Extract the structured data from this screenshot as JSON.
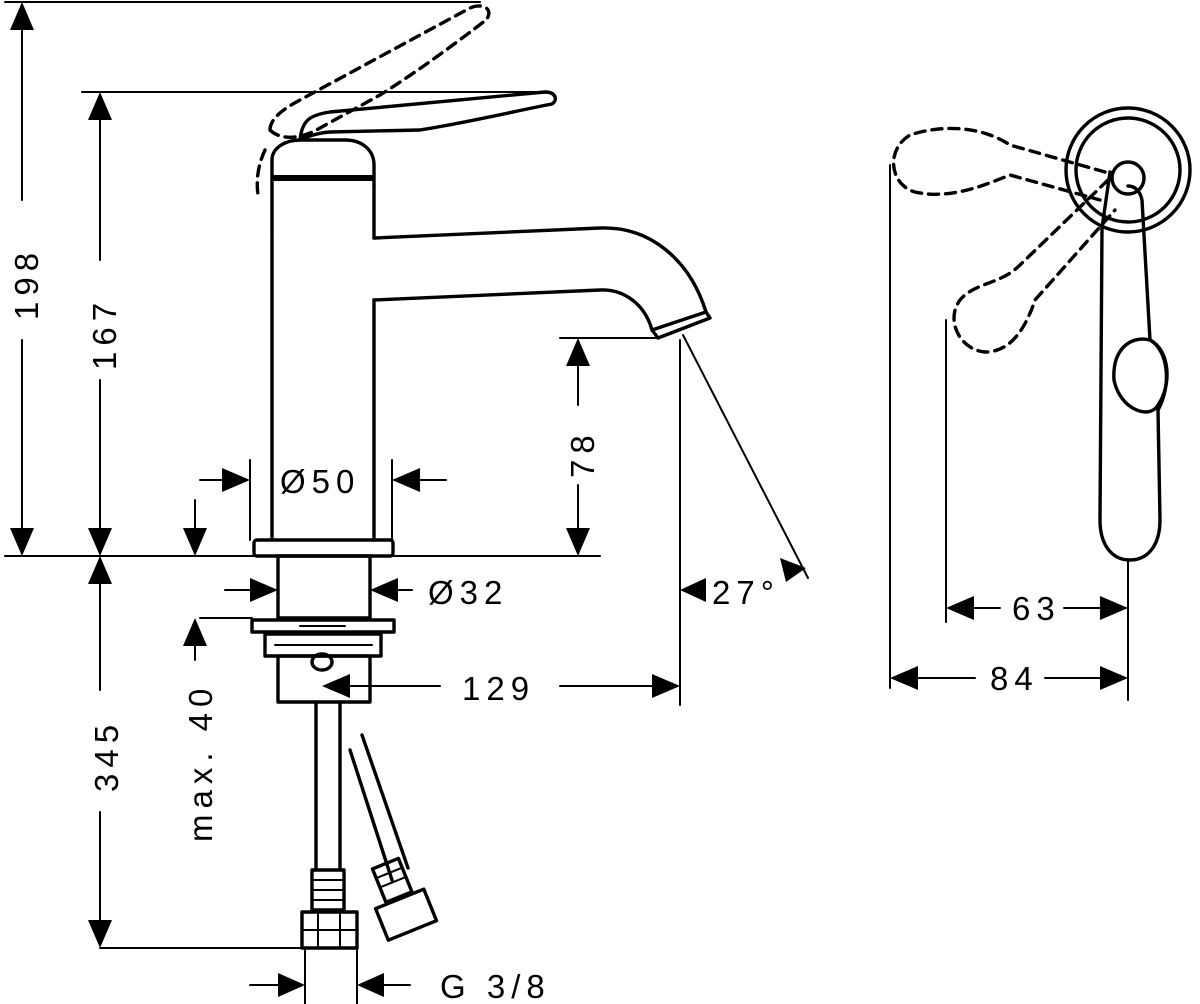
{
  "drawing": {
    "dimensions": {
      "total_height": "198",
      "lever_height": "167",
      "spout_height": "78",
      "body_diameter": "Ø50",
      "shank_diameter": "Ø32",
      "spout_reach": "129",
      "spout_angle": "27°",
      "max_countertop": "max. 40",
      "hose_length": "345",
      "connection_thread": "G 3/8",
      "lever_reach": "63",
      "plate_width": "84"
    }
  }
}
